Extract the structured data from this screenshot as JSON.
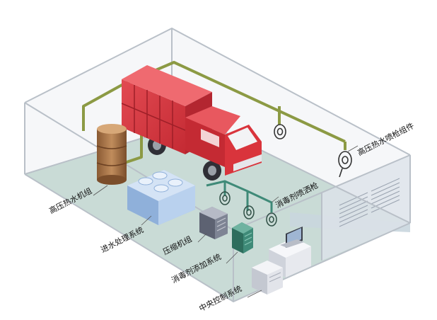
{
  "labels": {
    "high_pressure_gun": "高压热水喷枪组件",
    "disinfectant_sprayer": "消毒剂喷洒枪",
    "hot_water_unit": "高压热水机组",
    "water_treatment": "进水处理系统",
    "compressor": "压缩机组",
    "disinfectant_dosing": "消毒剂添加系统",
    "central_control": "中央控制系统"
  },
  "colors": {
    "truck_red": "#d9343c",
    "truck_dark": "#b32630",
    "pipe": "#8c9a44",
    "floor": "#b7cfc8",
    "wall_line": "#b9c0c8",
    "water_box": "#a9c4e6",
    "tank": "#a9764a",
    "disinfect_pipe": "#3f8a78"
  },
  "icons": [
    "hose-reel-icon",
    "spray-gun-icon",
    "computer-icon"
  ]
}
